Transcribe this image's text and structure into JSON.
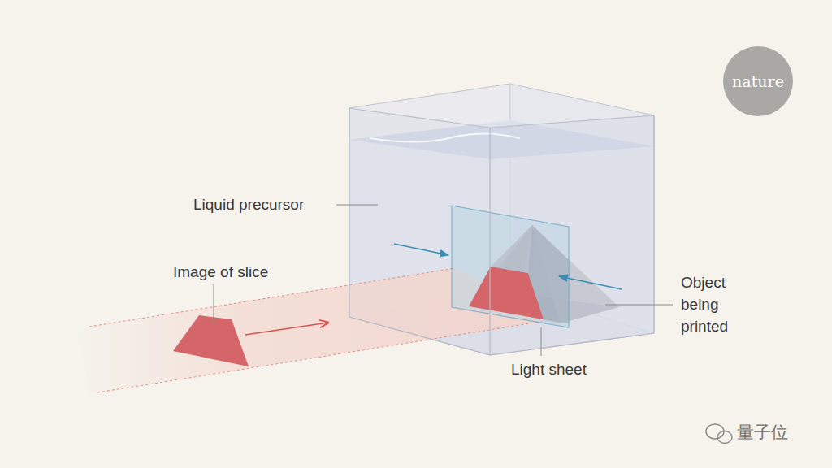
{
  "diagram": {
    "nodes": [
      {
        "text": [
          "nature"
        ]
      }
    ],
    "labels": [
      "Liquid precursor",
      "Image of slice",
      "Object being printed",
      "Light sheet",
      "量子位"
    ]
  }
}
